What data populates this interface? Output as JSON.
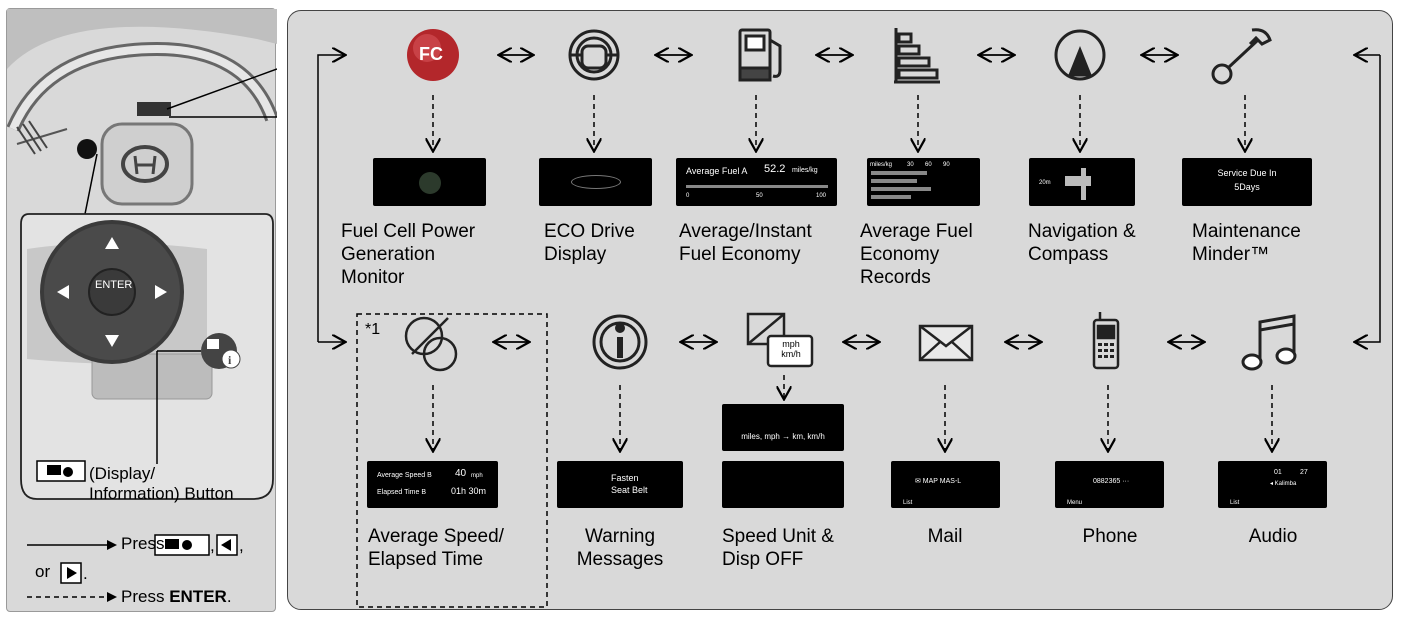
{
  "left_panel": {
    "dpad_center_label": "ENTER",
    "button_caption": "(Display/\nInformation) Button",
    "legend": {
      "press_label": "Press",
      "comma": ",",
      "or_label": "or",
      "period": ".",
      "press_enter_prefix": "Press ",
      "press_enter_key": "ENTER",
      "press_enter_suffix": "."
    }
  },
  "top_row": [
    {
      "icon": "fuel-cell-fc-icon",
      "icon_text": "FC",
      "caption": "Fuel Cell Power\nGeneration\nMonitor"
    },
    {
      "icon": "eco-drive-steering-icon",
      "caption": "ECO Drive\nDisplay"
    },
    {
      "icon": "fuel-pump-icon",
      "caption": "Average/Instant\nFuel Economy"
    },
    {
      "icon": "bar-chart-icon",
      "caption": "Average Fuel\nEconomy\nRecords"
    },
    {
      "icon": "compass-icon",
      "caption": "Navigation &\nCompass"
    },
    {
      "icon": "wrench-icon",
      "caption": "Maintenance\nMinder™"
    }
  ],
  "bottom_row": [
    {
      "icon": "speed-timer-icon",
      "caption": "Average Speed/\nElapsed Time",
      "note": "*1"
    },
    {
      "icon": "info-icon",
      "caption": "Warning\nMessages"
    },
    {
      "icon": "unit-display-icon",
      "caption": "Speed Unit &\nDisp OFF",
      "icon_text": "mph\nkm/h"
    },
    {
      "icon": "mail-envelope-icon",
      "caption": "Mail"
    },
    {
      "icon": "mobile-phone-icon",
      "caption": "Phone"
    },
    {
      "icon": "music-note-icon",
      "caption": "Audio"
    }
  ],
  "screens": {
    "ave_fuel_label": "Average Fuel A",
    "ave_fuel_value": "52.2",
    "ave_fuel_unit": "miles/kg",
    "ave_fuel_ticks": [
      "0",
      "50",
      "100"
    ],
    "records_unit": "miles/kg",
    "records_ticks": [
      "30",
      "60",
      "90"
    ],
    "nav_distance": "20m",
    "service_line1": "Service Due In",
    "service_line2": "5Days",
    "avg_speed_line1": "Average Speed B",
    "avg_speed_val1": "40",
    "avg_speed_unit1": "mph",
    "avg_speed_line2": "Elapsed Time B",
    "avg_speed_val2": "01h 30m",
    "warning_line1": "Fasten",
    "warning_line2": "Seat Belt",
    "unit_change": "miles, mph → km, km/h",
    "mail_text": "✉ MAP MAS-L",
    "mail_list": "List",
    "phone_number": "0882365 ···",
    "phone_menu": "Menu",
    "audio_track": "01",
    "audio_folder": "27",
    "audio_title": "◂ Kalimba",
    "audio_list": "List"
  },
  "colors": {
    "panel": "#d9d9d9",
    "fc_red": "#c0282b",
    "screen": "#000000"
  }
}
